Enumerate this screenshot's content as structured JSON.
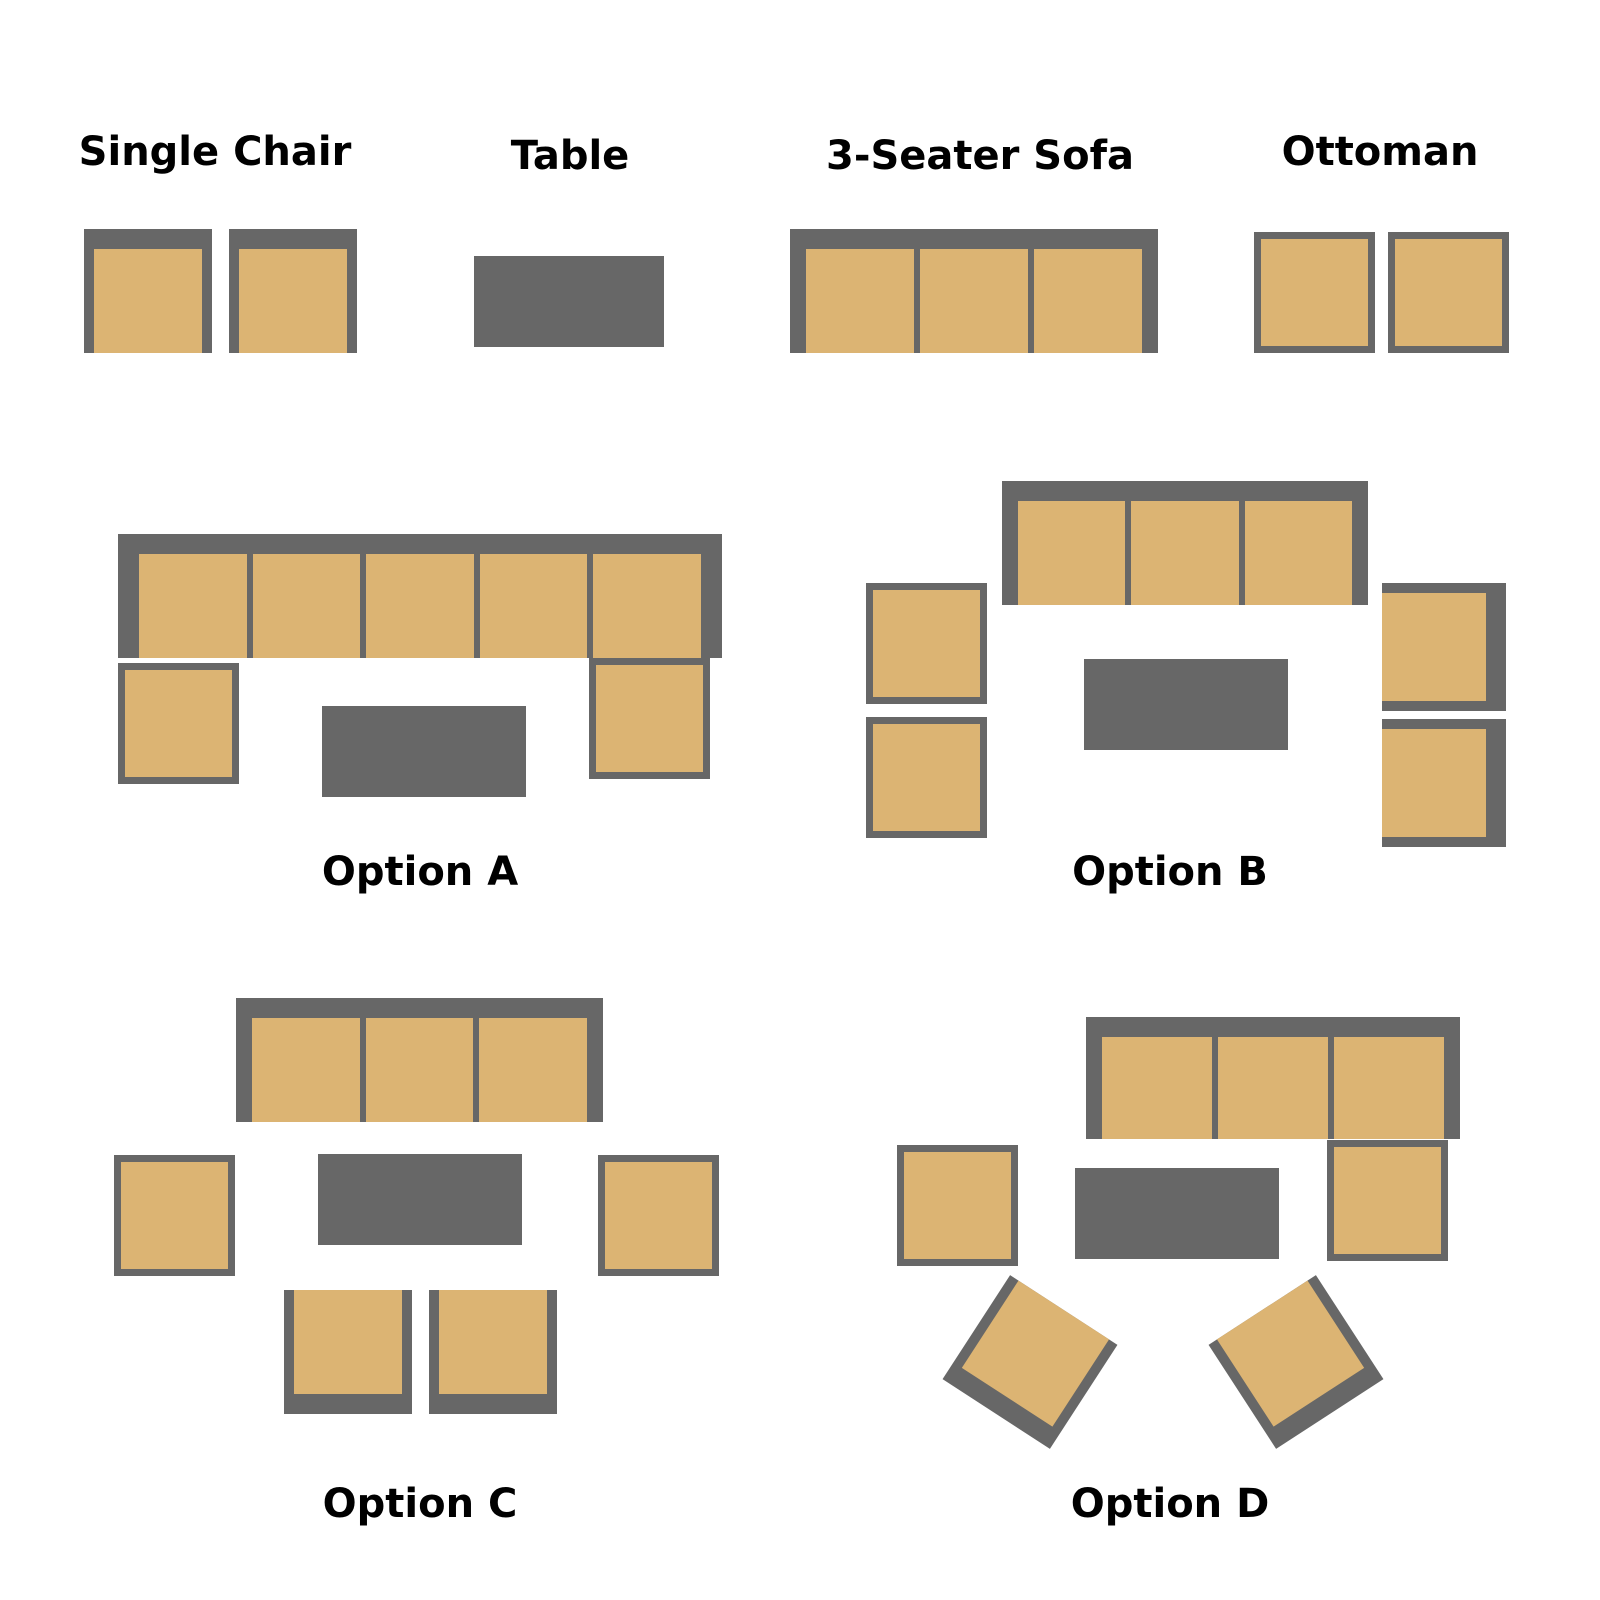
{
  "legend": {
    "single_chair": "Single Chair",
    "table": "Table",
    "sofa": "3-Seater Sofa",
    "ottoman": "Ottoman"
  },
  "options": {
    "a": "Option A",
    "b": "Option B",
    "c": "Option C",
    "d": "Option D"
  },
  "colors": {
    "frame": "#676767",
    "cushion": "#dcb473",
    "background": "#ffffff",
    "text": "#000000"
  }
}
